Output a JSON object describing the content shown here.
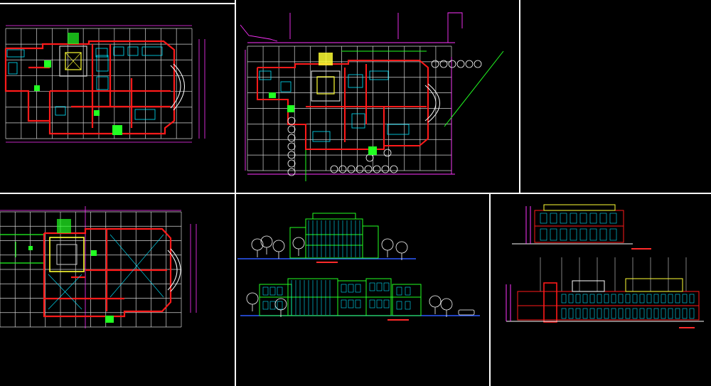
{
  "app": {
    "background": "#000000",
    "divider_color": "#ffffff"
  },
  "colors": {
    "grid": "#d4d4d4",
    "wall": "#ff1a1a",
    "dimension": "#ff33ff",
    "furniture": "#00e5ff",
    "green": "#22ff22",
    "yellow": "#ffff33",
    "label": "#ff2a2a"
  },
  "viewports": [
    {
      "id": "vp1",
      "title": "",
      "kind": "floor-plan"
    },
    {
      "id": "vp2",
      "title": "",
      "kind": "site-plan"
    },
    {
      "id": "vp3",
      "title": "",
      "kind": "empty"
    },
    {
      "id": "vp4",
      "title": "",
      "kind": "floor-plan"
    },
    {
      "id": "vp5",
      "title": "",
      "kind": "elevations"
    },
    {
      "id": "vp6",
      "title": "",
      "kind": "sections"
    }
  ]
}
